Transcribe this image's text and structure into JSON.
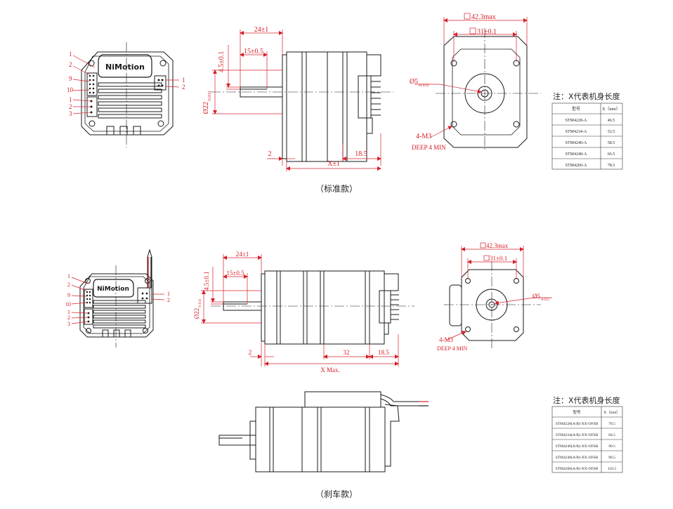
{
  "colors": {
    "line": "#1a1a1a",
    "dimension": "#d6202a",
    "background": "#ffffff"
  },
  "standard": {
    "caption": "（标准款）",
    "logo": "NiMotion",
    "pin_labels_left": [
      "1",
      "2",
      "9",
      "10",
      "1",
      "2",
      "3"
    ],
    "pin_labels_right": [
      "1",
      "2"
    ],
    "side_dims": {
      "d24": "24±1",
      "d15": "15±0.5",
      "d45": "4.5±0.1",
      "shaft": "22",
      "shaft_tol": "-0.033",
      "shaft_tol_top": "0",
      "d2": "2",
      "d185": "18.5",
      "dX": "X±1"
    },
    "front_dims": {
      "square_max": "42.3max",
      "pitch": "31±0.1",
      "bore": "5",
      "bore_tol": "-0.012",
      "bore_tol_top": "0",
      "holes": "4-M3",
      "depth": "DEEP 4 MIN"
    },
    "table": {
      "note": "注：X代表机身长度",
      "headers": [
        "型号",
        "X（mm）"
      ],
      "rows": [
        [
          "STM4228-A",
          "46.5"
        ],
        [
          "STM4234-A",
          "52.5"
        ],
        [
          "STM4240-A",
          "58.5"
        ],
        [
          "STM4248-A",
          "66.5"
        ],
        [
          "STM4260-A",
          "78.5"
        ]
      ]
    }
  },
  "brake": {
    "caption": "（刹车款）",
    "logo": "NiMotion",
    "pin_labels_left": [
      "1",
      "2",
      "9",
      "10",
      "1",
      "2",
      "3"
    ],
    "pin_labels_right": [
      "1",
      "2"
    ],
    "side_dims": {
      "d24": "24±1",
      "d15": "15±0.5",
      "d45": "4.5±0.1",
      "shaft": "22",
      "shaft_tol": "-0.033",
      "d2": "2",
      "d32": "32",
      "d185": "18.5",
      "dX": "X Max."
    },
    "front_dims": {
      "square_max": "42.3max",
      "pitch": "31±0.1",
      "bore": "5",
      "bore_tol": "-0.012",
      "bore_tol_top": "0",
      "holes": "4-M3",
      "depth": "DEEP 4 MIN"
    },
    "table": {
      "note": "注：X代表机身长度",
      "headers": [
        "型号",
        "X（mm）"
      ],
      "rows": [
        [
          "STM4228(A/B)-XX-OFSB",
          "78.5"
        ],
        [
          "STM4234(A/B)-XX-OFSB",
          "84.5"
        ],
        [
          "STM4240(A/B)-XX-OFSB",
          "90.5"
        ],
        [
          "STM4248(A/B)-XX-OFSB",
          "98.5"
        ],
        [
          "STM4260(A/B)-XX-OFSB",
          "110.5"
        ]
      ]
    }
  }
}
